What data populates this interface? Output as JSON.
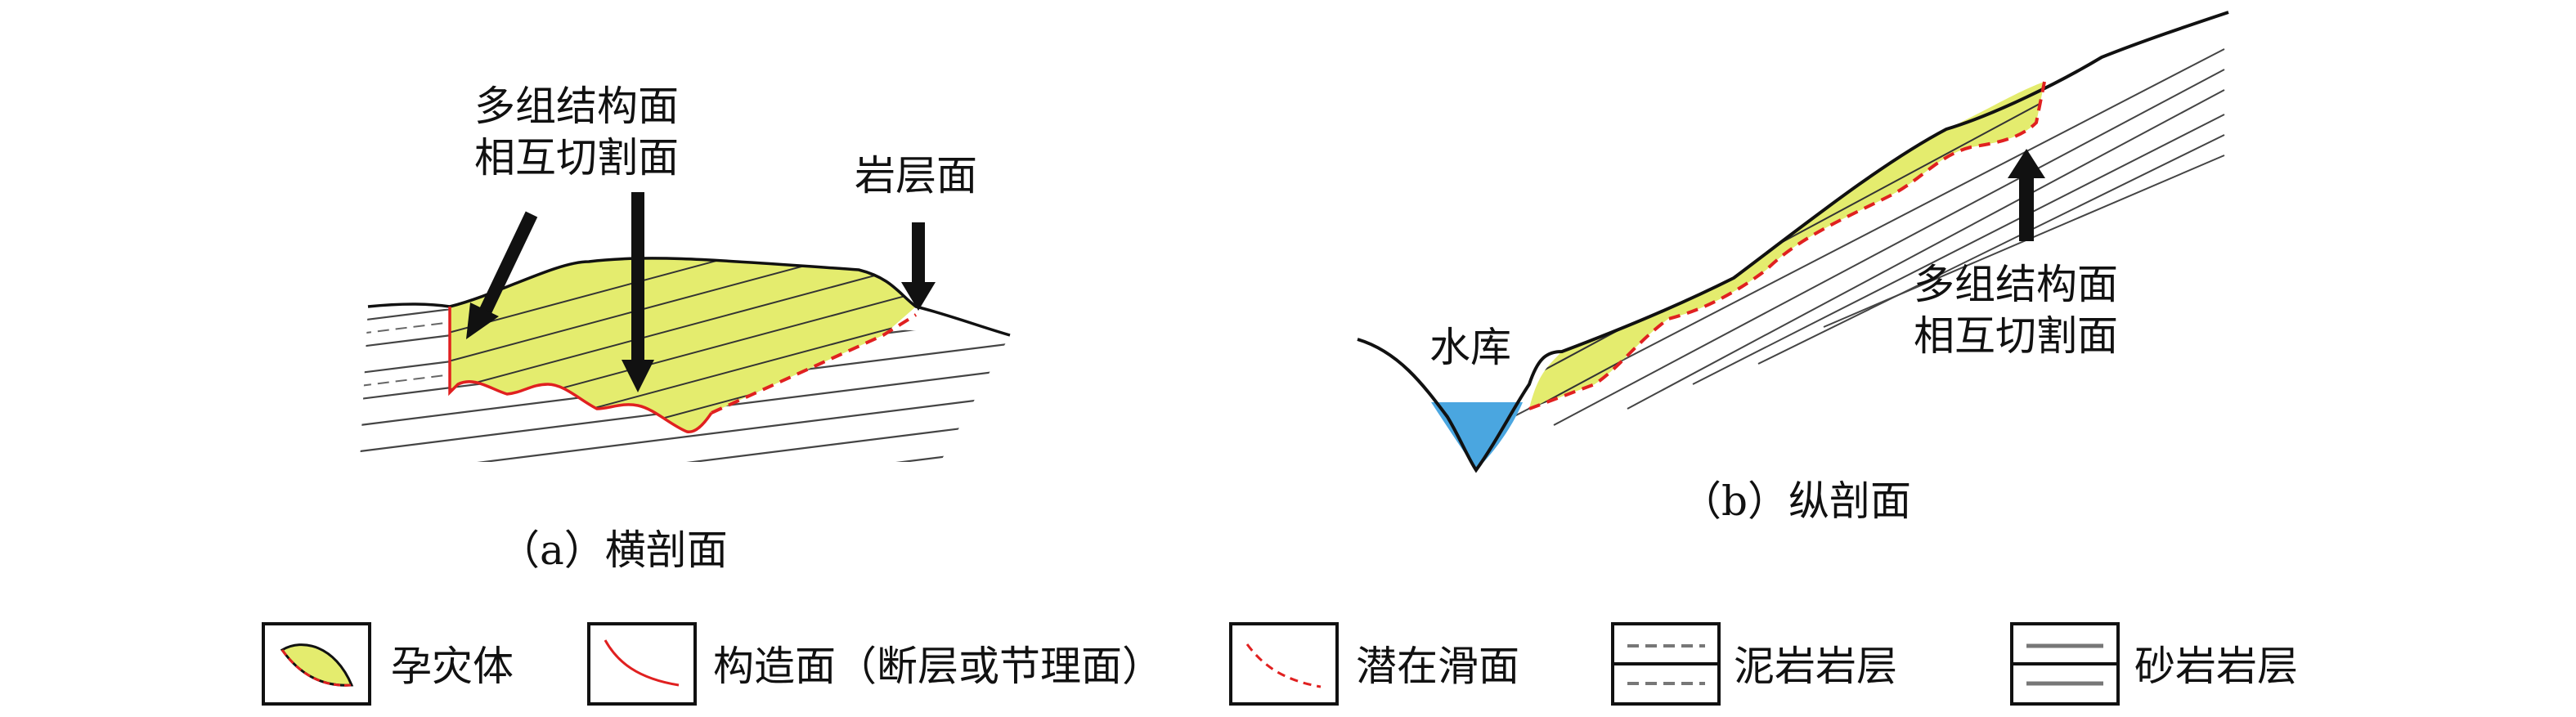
{
  "figure_a": {
    "label_multi_line1": "多组结构面",
    "label_multi_line2": "相互切割面",
    "label_bedding": "岩层面",
    "caption": "（a）横剖面"
  },
  "figure_b": {
    "label_reservoir": "水库",
    "label_multi_line1": "多组结构面",
    "label_multi_line2": "相互切割面",
    "caption": "（b）纵剖面"
  },
  "legend": {
    "items": [
      {
        "label": "孕灾体"
      },
      {
        "label": "构造面（断层或节理面）"
      },
      {
        "label": "潜在滑面"
      },
      {
        "label": "泥岩岩层"
      },
      {
        "label": "砂岩岩层"
      }
    ]
  },
  "colors": {
    "hazard_fill": "#e4ec6e",
    "structure_line": "#e02020",
    "slip_line": "#e02020",
    "water": "#4aa6e0",
    "ink": "#111111"
  }
}
